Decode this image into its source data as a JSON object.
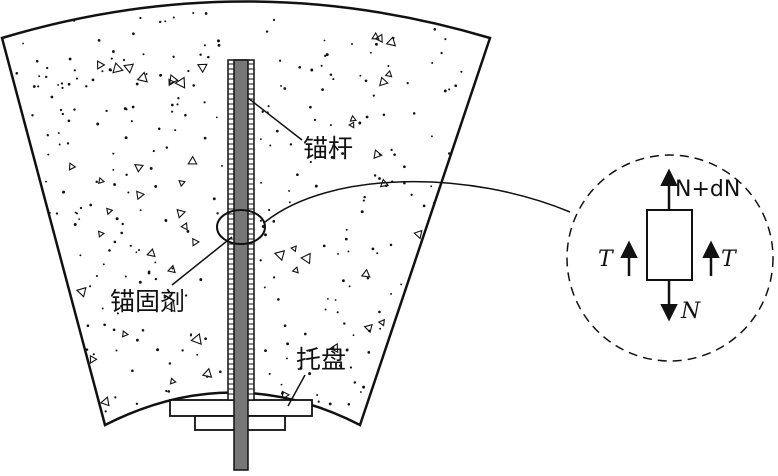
{
  "labels": {
    "anchor_bolt": "锚杆",
    "anchoring_agent": "锚固剂",
    "tray": "托盘"
  },
  "force_element": {
    "tension_top_symbol": "N",
    "tension_top_plus": "+d",
    "tension_top_symbol2": "N",
    "tension_bottom": "N",
    "shear_left": "T",
    "shear_right": "T"
  },
  "colors": {
    "line": "#111111",
    "bolt_fill": "#777777",
    "background": "#ffffff"
  }
}
